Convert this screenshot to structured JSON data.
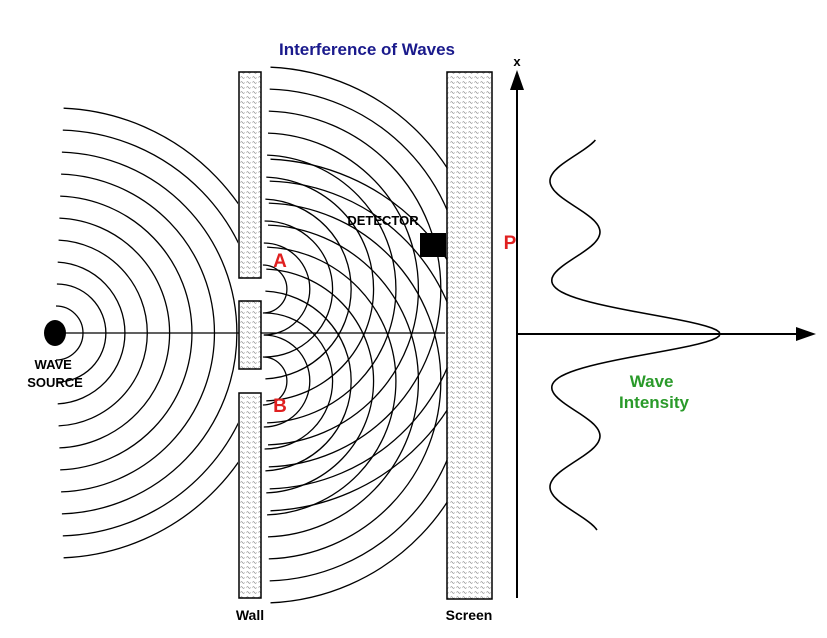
{
  "title": "Interference of Waves",
  "labels": {
    "wave_source": [
      "WAVE",
      "SOURCE"
    ],
    "wall": "Wall",
    "screen": "Screen",
    "detector": "DETECTOR",
    "slit_a": "A",
    "slit_b": "B",
    "point_p": "P",
    "axis_x": "x",
    "intensity": [
      "Wave",
      "Intensity"
    ]
  },
  "colors": {
    "title": "#1a1a8c",
    "slit_labels": "#e02020",
    "intensity_label": "#2a9a2a",
    "ink": "#000000"
  }
}
